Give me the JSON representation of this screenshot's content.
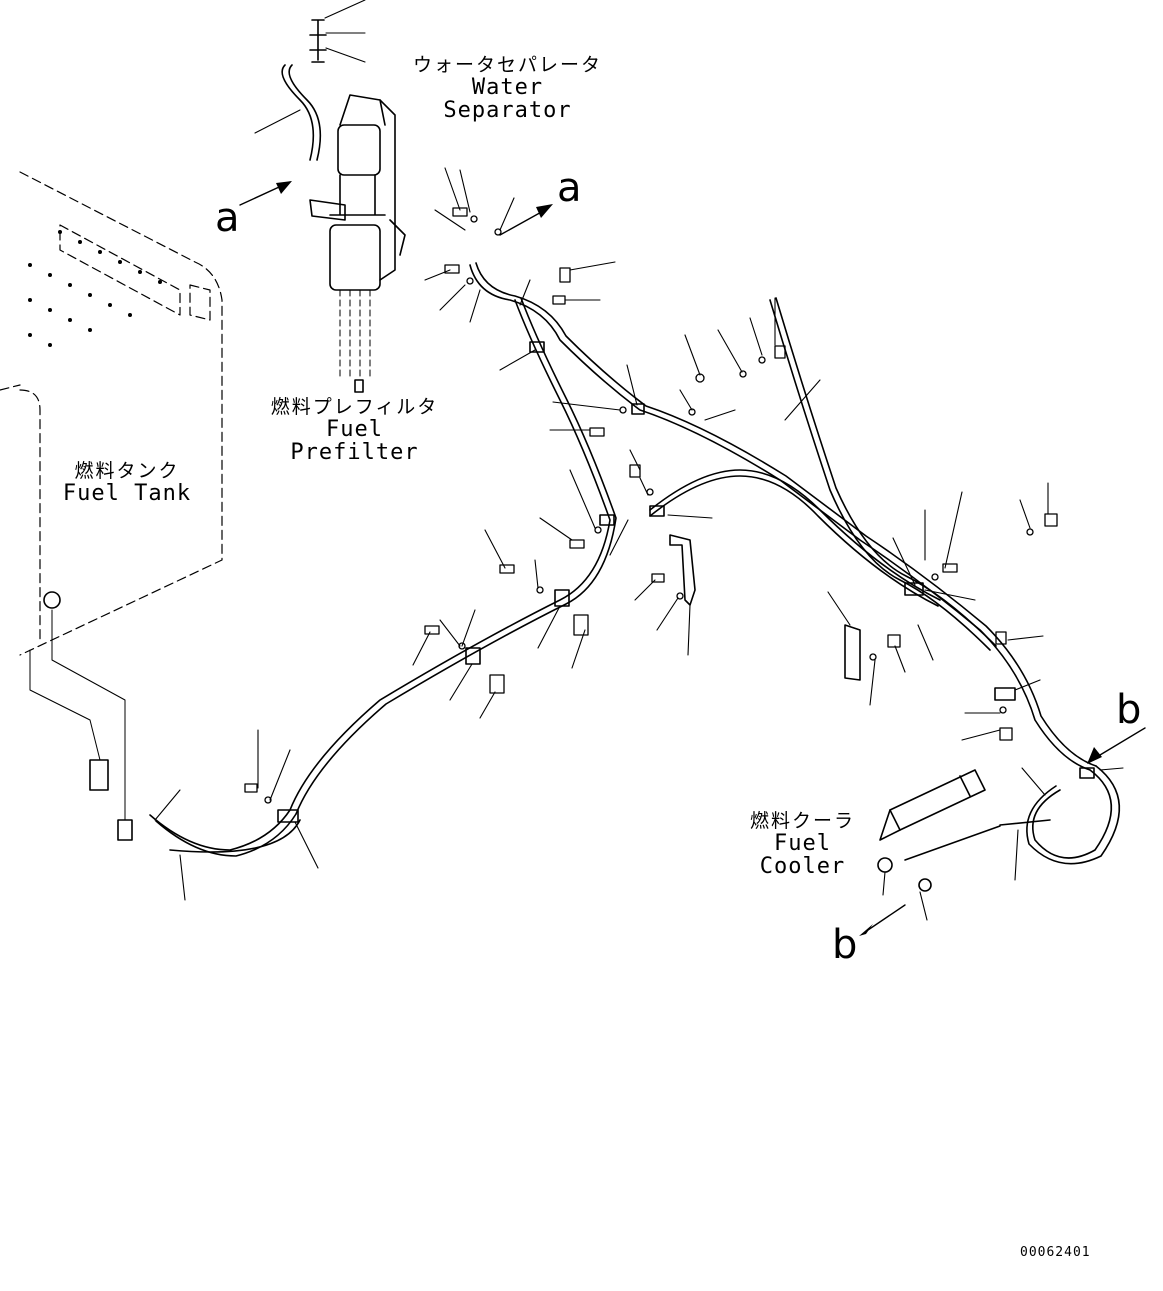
{
  "labels": {
    "water_separator": {
      "jp": "ウォータセパレータ",
      "en": "Water Separator"
    },
    "fuel_prefilter": {
      "jp": "燃料プレフィルタ",
      "en": "Fuel Prefilter"
    },
    "fuel_tank": {
      "jp": "燃料タンク",
      "en": "Fuel Tank"
    },
    "fuel_cooler": {
      "jp": "燃料クーラ",
      "en": "Fuel Cooler"
    }
  },
  "refs": {
    "a": "a",
    "b": "b"
  },
  "drawing_number": "00062401"
}
